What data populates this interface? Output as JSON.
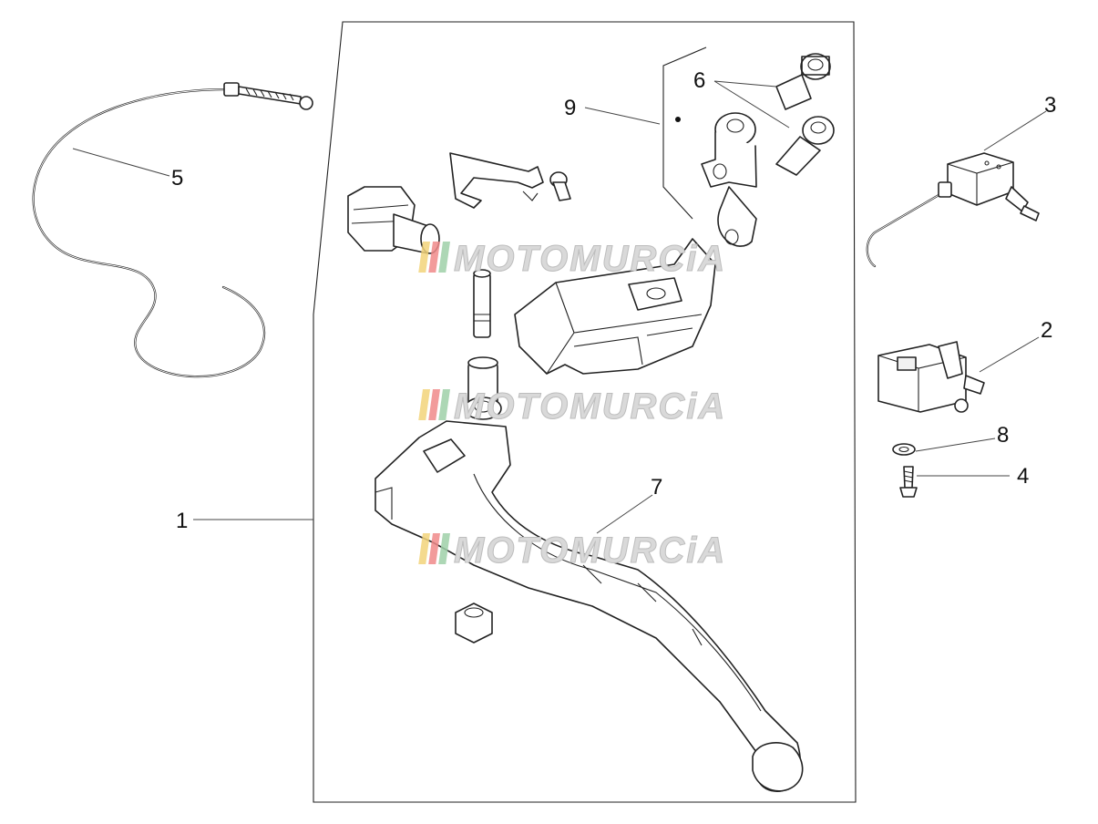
{
  "callouts": [
    {
      "id": "callout-1",
      "label": "1"
    },
    {
      "id": "callout-2",
      "label": "2"
    },
    {
      "id": "callout-3",
      "label": "3"
    },
    {
      "id": "callout-4",
      "label": "4"
    },
    {
      "id": "callout-5",
      "label": "5"
    },
    {
      "id": "callout-6",
      "label": "6"
    },
    {
      "id": "callout-7",
      "label": "7"
    },
    {
      "id": "callout-8",
      "label": "8"
    },
    {
      "id": "callout-9",
      "label": "9"
    }
  ],
  "watermark": {
    "text": "MOTOMURCiA",
    "colors": [
      "#f2d37a",
      "#f08a8a",
      "#9fd0a8"
    ]
  },
  "colors": {
    "line": "#222222",
    "leader": "#444444",
    "watermark": "#d9d9d9"
  }
}
